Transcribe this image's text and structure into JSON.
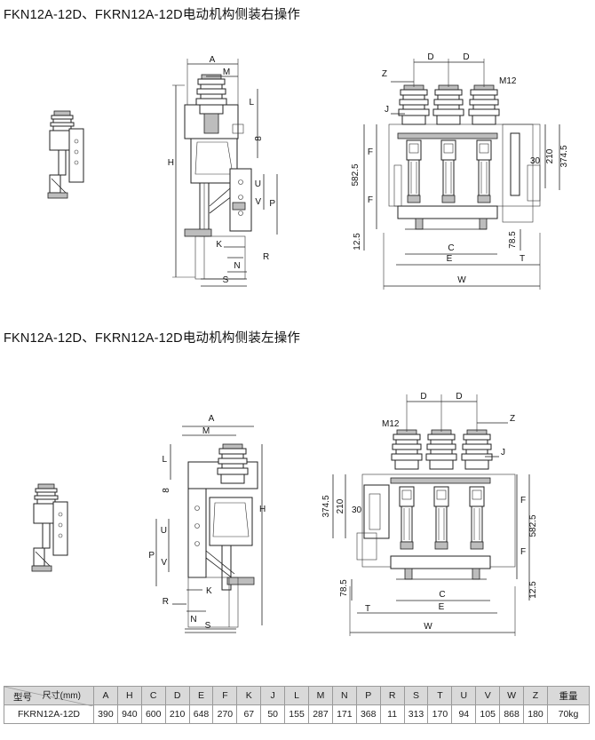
{
  "headings": {
    "right": "FKN12A-12D、FKRN12A-12D电动机构侧装右操作",
    "left": "FKN12A-12D、FKRN12A-12D电动机构侧装左操作"
  },
  "dims": {
    "A": "A",
    "M": "M",
    "L": "L",
    "H": "H",
    "U": "U",
    "V": "V",
    "P": "P",
    "K": "K",
    "N": "N",
    "R": "R",
    "S": "S",
    "Z": "Z",
    "D": "D",
    "J": "J",
    "F": "F",
    "C": "C",
    "E": "E",
    "T": "T",
    "W": "W",
    "M12": "M12",
    "n8": "8",
    "n5825": "582.5",
    "n3745": "374.5",
    "n210": "210",
    "n30": "30",
    "n125": "12.5",
    "n785": "78.5"
  },
  "table": {
    "corner_top": "尺寸(mm)",
    "corner_bottom": "型号",
    "columns": [
      "A",
      "H",
      "C",
      "D",
      "E",
      "F",
      "K",
      "J",
      "L",
      "M",
      "N",
      "P",
      "R",
      "S",
      "T",
      "U",
      "V",
      "W",
      "Z",
      "重量"
    ],
    "rows": [
      {
        "model": "FKRN12A-12D",
        "values": [
          "390",
          "940",
          "600",
          "210",
          "648",
          "270",
          "67",
          "50",
          "155",
          "287",
          "171",
          "368",
          "11",
          "313",
          "170",
          "94",
          "105",
          "868",
          "180",
          "70kg"
        ]
      }
    ]
  }
}
